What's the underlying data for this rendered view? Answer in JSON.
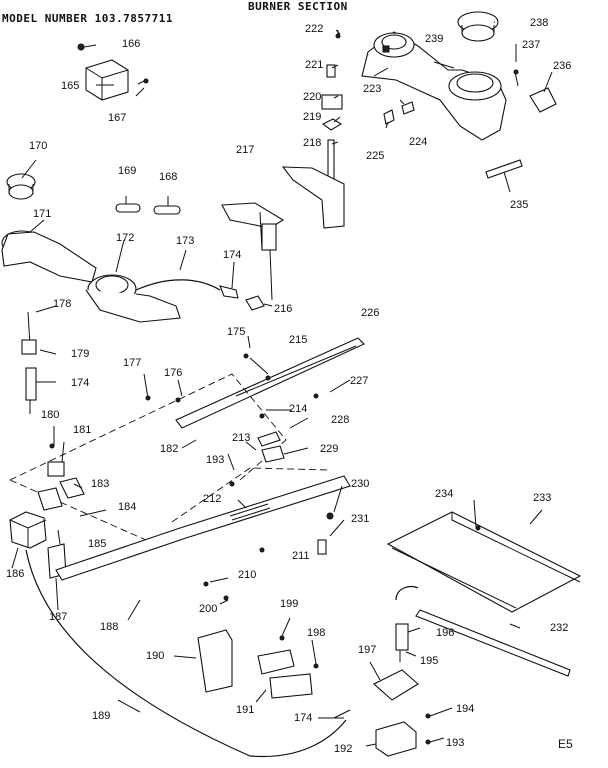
{
  "header": {
    "model_number": "MODEL NUMBER 103.7857711",
    "section_title": "BURNER SECTION"
  },
  "sheet_code": "E5",
  "callouts": [
    "166",
    "165",
    "167",
    "222",
    "221",
    "220",
    "219",
    "218",
    "217",
    "238",
    "239",
    "237",
    "236",
    "223",
    "224",
    "225",
    "235",
    "170",
    "171",
    "169",
    "168",
    "172",
    "173",
    "174",
    "216",
    "178",
    "179",
    "175",
    "215",
    "226",
    "177",
    "176",
    "227",
    "174",
    "214",
    "228",
    "180",
    "181",
    "182",
    "193",
    "213",
    "229",
    "183",
    "184",
    "212",
    "230",
    "185",
    "231",
    "186",
    "187",
    "188",
    "210",
    "211",
    "200",
    "234",
    "233",
    "199",
    "198",
    "190",
    "197",
    "196",
    "195",
    "232",
    "191",
    "189",
    "174",
    "194",
    "192",
    "193"
  ]
}
